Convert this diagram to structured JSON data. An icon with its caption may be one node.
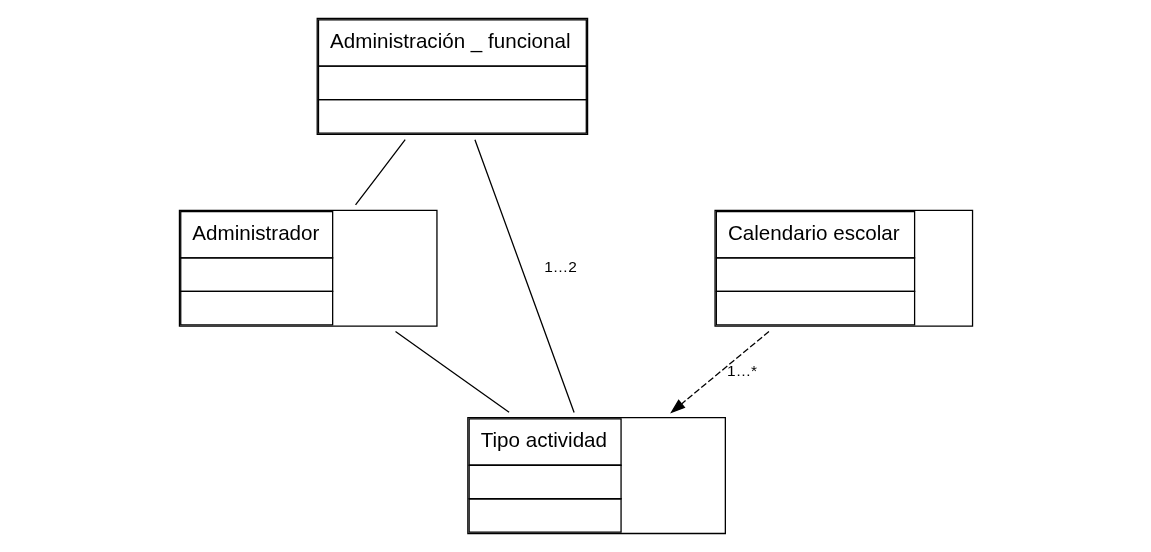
{
  "diagram": {
    "nodes": [
      {
        "text": [
          "Administración _ funcional"
        ]
      },
      {
        "text": [
          "Administrador"
        ]
      },
      {
        "text": [
          "Calendario escolar"
        ]
      },
      {
        "text": [
          "Tipo actividad"
        ]
      }
    ],
    "edges": [
      {
        "from": 0,
        "to": 1,
        "arrow": "none"
      },
      {
        "from": 0,
        "to": 3,
        "arrow": "none",
        "label": "1…2"
      },
      {
        "from": 1,
        "to": 3,
        "arrow": "none"
      },
      {
        "from": 2,
        "to": 3,
        "arrow": "to",
        "style": "dashed",
        "label": "1…*"
      }
    ]
  }
}
